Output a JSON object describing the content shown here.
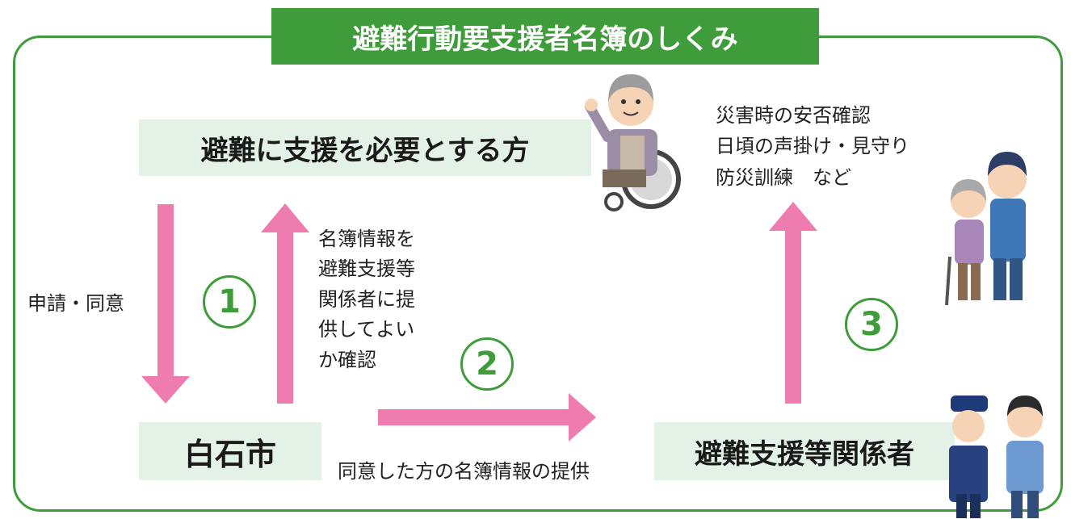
{
  "title": "避難行動要支援者名簿のしくみ",
  "boxes": {
    "person": "避難に支援を必要とする方",
    "city": "白石市",
    "supporters": "避難支援等関係者"
  },
  "labels": {
    "application": "申請・同意",
    "confirm": [
      "名簿情報を",
      "避難支援等",
      "関係者に提",
      "供してよい",
      "か確認"
    ],
    "provide": "同意した方の名簿情報の提供",
    "activities": [
      "災害時の安否確認",
      "日頃の声掛け・見守り",
      "防災訓練　など"
    ]
  },
  "steps": [
    "1",
    "2",
    "3"
  ],
  "colors": {
    "green": "#3f9c3a",
    "box": "#e4f1e6",
    "arrow": "#ee7cae"
  }
}
